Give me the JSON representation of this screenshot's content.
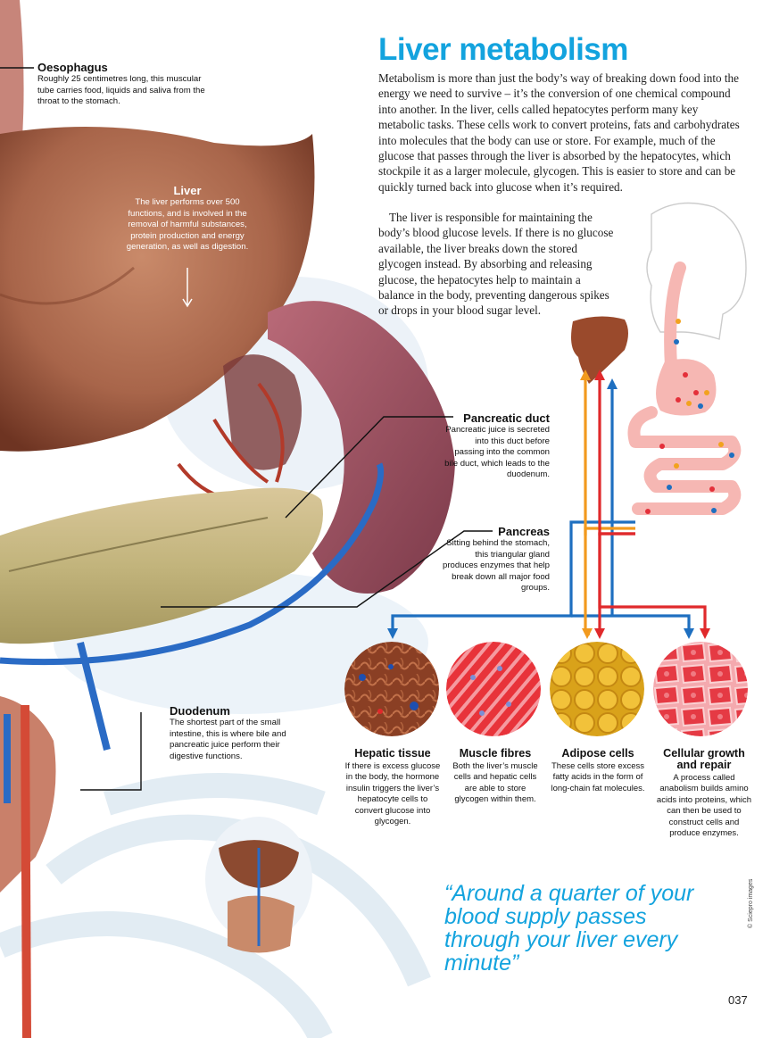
{
  "article": {
    "title": "Liver metabolism",
    "para1": "Metabolism is more than just the body’s way of breaking down food into the energy we need to survive – it’s the conversion of one chemical compound into another. In the liver, cells called hepatocytes perform many key metabolic tasks. These cells work to convert proteins, fats and carbohydrates into molecules that the body can use or store. For example, much of the glucose that passes through the liver is absorbed by the hepatocytes, which stockpile it as a larger molecule, glycogen. This is easier to store and can be quickly turned back into glucose when it’s required.",
    "para2": "The liver is responsible for maintaining the body’s blood glucose levels. If there is no glucose available, the liver breaks down the stored glycogen instead. By absorbing and releasing glucose, the hepatocytes help to maintain a balance in the body, preventing dangerous spikes or drops in your blood sugar level."
  },
  "labels": {
    "oesophagus": {
      "title": "Oesophagus",
      "desc": "Roughly 25 centimetres long, this muscular tube carries food, liquids and saliva from the throat to the stomach."
    },
    "liver": {
      "title": "Liver",
      "desc": "The liver performs over 500 functions, and is involved in the removal of harmful substances, protein production and energy generation, as well as digestion."
    },
    "pancreatic_duct": {
      "title": "Pancreatic duct",
      "desc": "Pancreatic juice is secreted into this duct before passing into the common bile duct, which leads to the duodenum."
    },
    "pancreas": {
      "title": "Pancreas",
      "desc": "Sitting behind the stomach, this triangular gland produces enzymes that help break down all major food groups."
    },
    "duodenum": {
      "title": "Duodenum",
      "desc": "The shortest part of the small intestine, this is where bile and pancreatic juice perform their digestive functions."
    }
  },
  "cells": [
    {
      "title": "Hepatic tissue",
      "desc": "If there is excess glucose in the body, the hormone insulin triggers the liver’s hepatocyte cells to convert glucose into glycogen."
    },
    {
      "title": "Muscle fibres",
      "desc": "Both the liver’s muscle cells and hepatic cells are able to store glycogen within them."
    },
    {
      "title": "Adipose cells",
      "desc": "These cells store excess fatty acids in the form of long-chain fat molecules."
    },
    {
      "title": "Cellular growth and repair",
      "desc": "A process called anabolism builds amino acids into proteins, which can then be used to construct cells and produce enzymes."
    }
  ],
  "quote": "“Around a quarter of your blood supply passes through your liver every minute”",
  "page_number": "037",
  "credit": "© Sciepro images",
  "colors": {
    "accent_blue": "#13a3de",
    "arrow_blue": "#1e6fc0",
    "arrow_orange": "#f29a1e",
    "arrow_red": "#e0292b",
    "liver_brown": "#9a4a2c"
  },
  "icons": [
    "liver-icon",
    "head-silhouette-icon",
    "digestive-tract-icon",
    "body-inset-icon"
  ]
}
